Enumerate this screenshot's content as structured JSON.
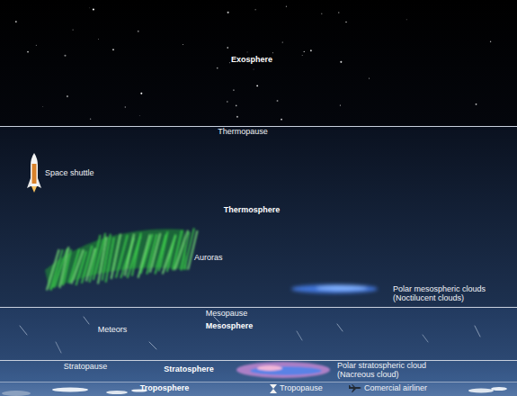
{
  "diagram": {
    "nodes": [
      {
        "text": [
          "Exosphere"
        ]
      },
      {
        "text": [
          "Thermosphere"
        ]
      },
      {
        "text": [
          "Mesosphere"
        ]
      },
      {
        "text": [
          "Stratosphere"
        ]
      },
      {
        "text": [
          "Troposphere"
        ]
      }
    ],
    "labels": [
      "Thermopause",
      "Space shuttle",
      "Auroras",
      "Polar mesospheric clouds (Noctilucent clouds)",
      "Mesopause",
      "Meteors",
      "Stratopause",
      "Polar stratospheric cloud (Nacreous cloud)",
      "Tropopause",
      "Comercial airliner"
    ]
  }
}
